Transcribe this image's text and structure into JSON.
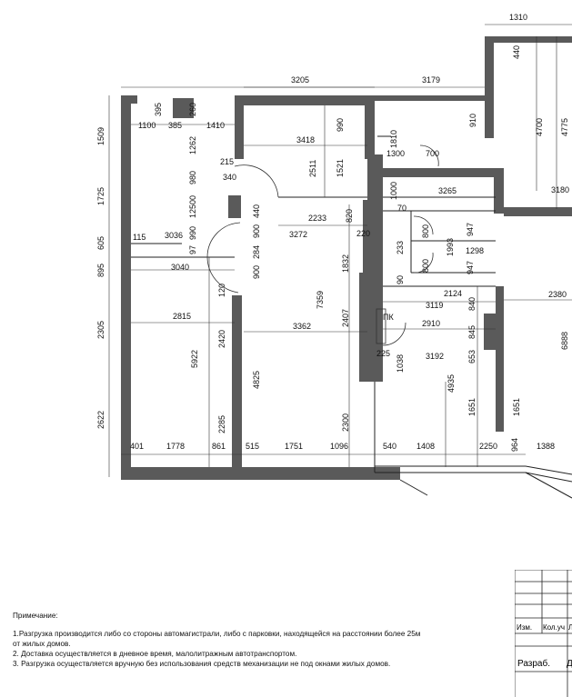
{
  "plan": {
    "dims_top": [
      "1310",
      "3205",
      "3179"
    ],
    "dims_left": [
      "1509",
      "1725",
      "605",
      "895",
      "2305",
      "2622"
    ],
    "dims_bottom": [
      "401",
      "1778",
      "861",
      "515",
      "1751",
      "1096",
      "540",
      "1408",
      "2250",
      "964",
      "1388"
    ],
    "dims_right": [
      "440",
      "4700",
      "4775",
      "3180",
      "2380",
      "6888"
    ],
    "dims_inner": [
      "1100",
      "385",
      "395",
      "260",
      "1410",
      "1262",
      "980",
      "215",
      "340",
      "12500",
      "990",
      "115",
      "3036",
      "97",
      "3040",
      "120",
      "2815",
      "5922",
      "2420",
      "2285",
      "3418",
      "990",
      "2511",
      "1521",
      "440",
      "2233",
      "820",
      "3272",
      "900",
      "284",
      "900",
      "1832",
      "220",
      "7359",
      "2407",
      "3362",
      "4825",
      "2300",
      "1810",
      "1300",
      "700",
      "910",
      "1000",
      "3265",
      "70",
      "1993",
      "947",
      "1298",
      "947",
      "233",
      "800",
      "800",
      "90",
      "2124",
      "3119",
      "840",
      "2910",
      "845",
      "653",
      "225",
      "1038",
      "3192",
      "4935",
      "1651",
      "1651"
    ],
    "label_pk": "ПК"
  },
  "notes": {
    "title": "Примечание:",
    "lines": [
      "1.Разгрузка производится либо со стороны автомагистрали, либо с парковки, находящейся на расстоянии более 25м",
      "от жилых домов.",
      "2. Доставка осуществляется в дневное время, малолитражным автотранспортом.",
      "3. Разгрузка осуществляется вручную без использования средств механизации не под окнами жилых домов."
    ]
  },
  "stamp": {
    "izm": "Изм.",
    "kol_uch": "Кол.уч",
    "l": "Л",
    "razrab": "Разраб.",
    "d": "Д"
  }
}
